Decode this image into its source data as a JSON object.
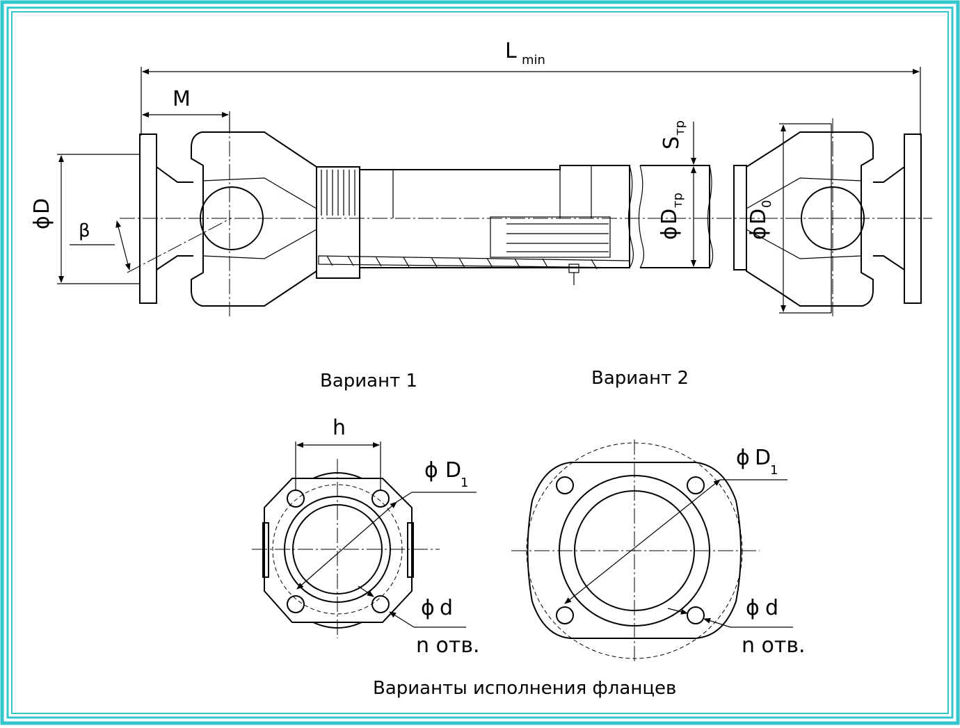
{
  "frame_color": "#33c6cc",
  "dimensions": {
    "length": "L",
    "length_sub": "min",
    "offset": "M",
    "flange_dia": "D",
    "angle": "β",
    "wall": "S",
    "wall_sub": "тр",
    "tube_dia": "D",
    "tube_dia_sub": "тр",
    "outer_dia": "D",
    "outer_dia_sub": "0",
    "diameter_symbol": "ϕ"
  },
  "variants": {
    "variant1": {
      "label": "Вариант 1",
      "width_dim": "h",
      "circle_dim": "D",
      "circle_sub": "1",
      "hole_dim": "d",
      "hole_count": "n отв."
    },
    "variant2": {
      "label": "Вариант 2",
      "circle_dim": "D",
      "circle_sub": "1",
      "hole_dim": "d",
      "hole_count": "n отв."
    }
  },
  "caption": "Варианты исполнения фланцев"
}
